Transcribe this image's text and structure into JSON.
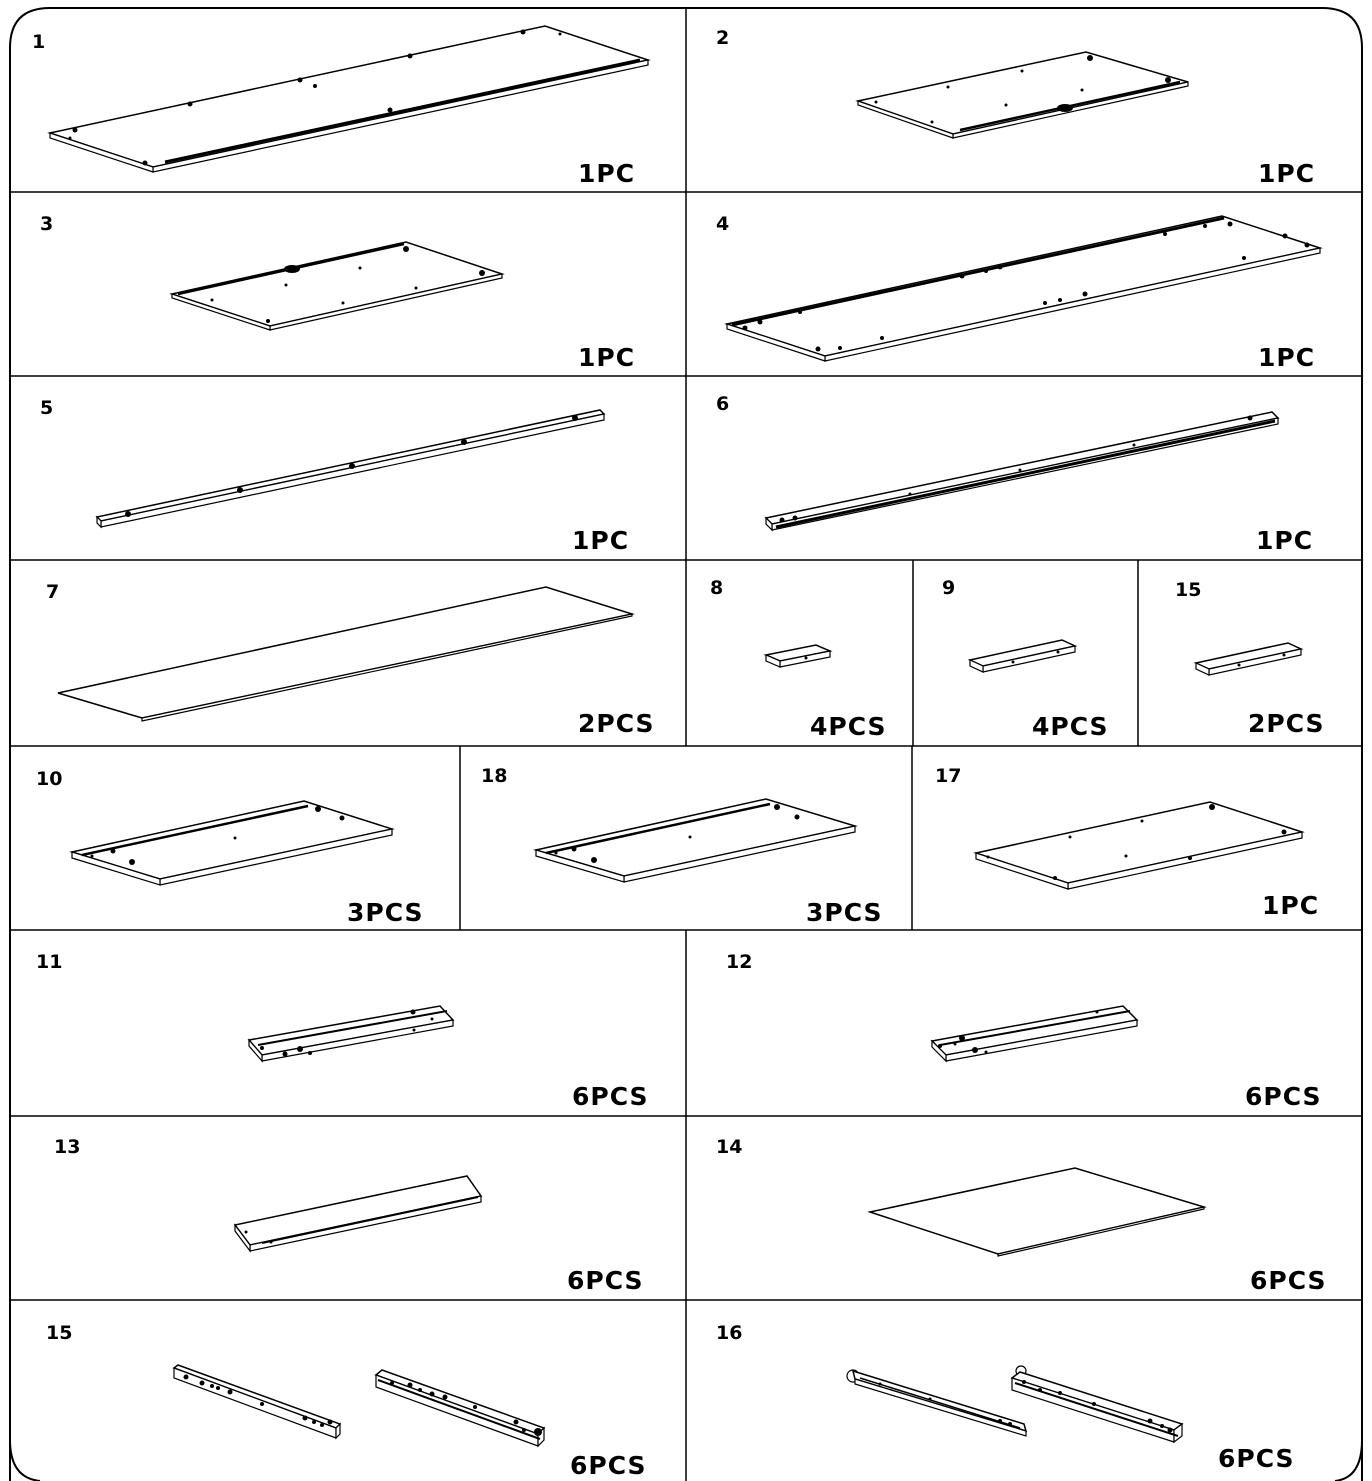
{
  "parts": [
    {
      "id": "p1",
      "number": "1",
      "quantity": "1PC"
    },
    {
      "id": "p2",
      "number": "2",
      "quantity": "1PC"
    },
    {
      "id": "p3",
      "number": "3",
      "quantity": "1PC"
    },
    {
      "id": "p4",
      "number": "4",
      "quantity": "1PC"
    },
    {
      "id": "p5",
      "number": "5",
      "quantity": "1PC"
    },
    {
      "id": "p6",
      "number": "6",
      "quantity": "1PC"
    },
    {
      "id": "p7",
      "number": "7",
      "quantity": "2PCS"
    },
    {
      "id": "p8",
      "number": "8",
      "quantity": "4PCS"
    },
    {
      "id": "p9",
      "number": "9",
      "quantity": "4PCS"
    },
    {
      "id": "p15a",
      "number": "15",
      "quantity": "2PCS"
    },
    {
      "id": "p10",
      "number": "10",
      "quantity": "3PCS"
    },
    {
      "id": "p18",
      "number": "18",
      "quantity": "3PCS"
    },
    {
      "id": "p17",
      "number": "17",
      "quantity": "1PC"
    },
    {
      "id": "p11",
      "number": "11",
      "quantity": "6PCS"
    },
    {
      "id": "p12",
      "number": "12",
      "quantity": "6PCS"
    },
    {
      "id": "p13",
      "number": "13",
      "quantity": "6PCS"
    },
    {
      "id": "p14",
      "number": "14",
      "quantity": "6PCS"
    },
    {
      "id": "p15b",
      "number": "15",
      "quantity": "6PCS"
    },
    {
      "id": "p16",
      "number": "16",
      "quantity": "6PCS"
    }
  ]
}
